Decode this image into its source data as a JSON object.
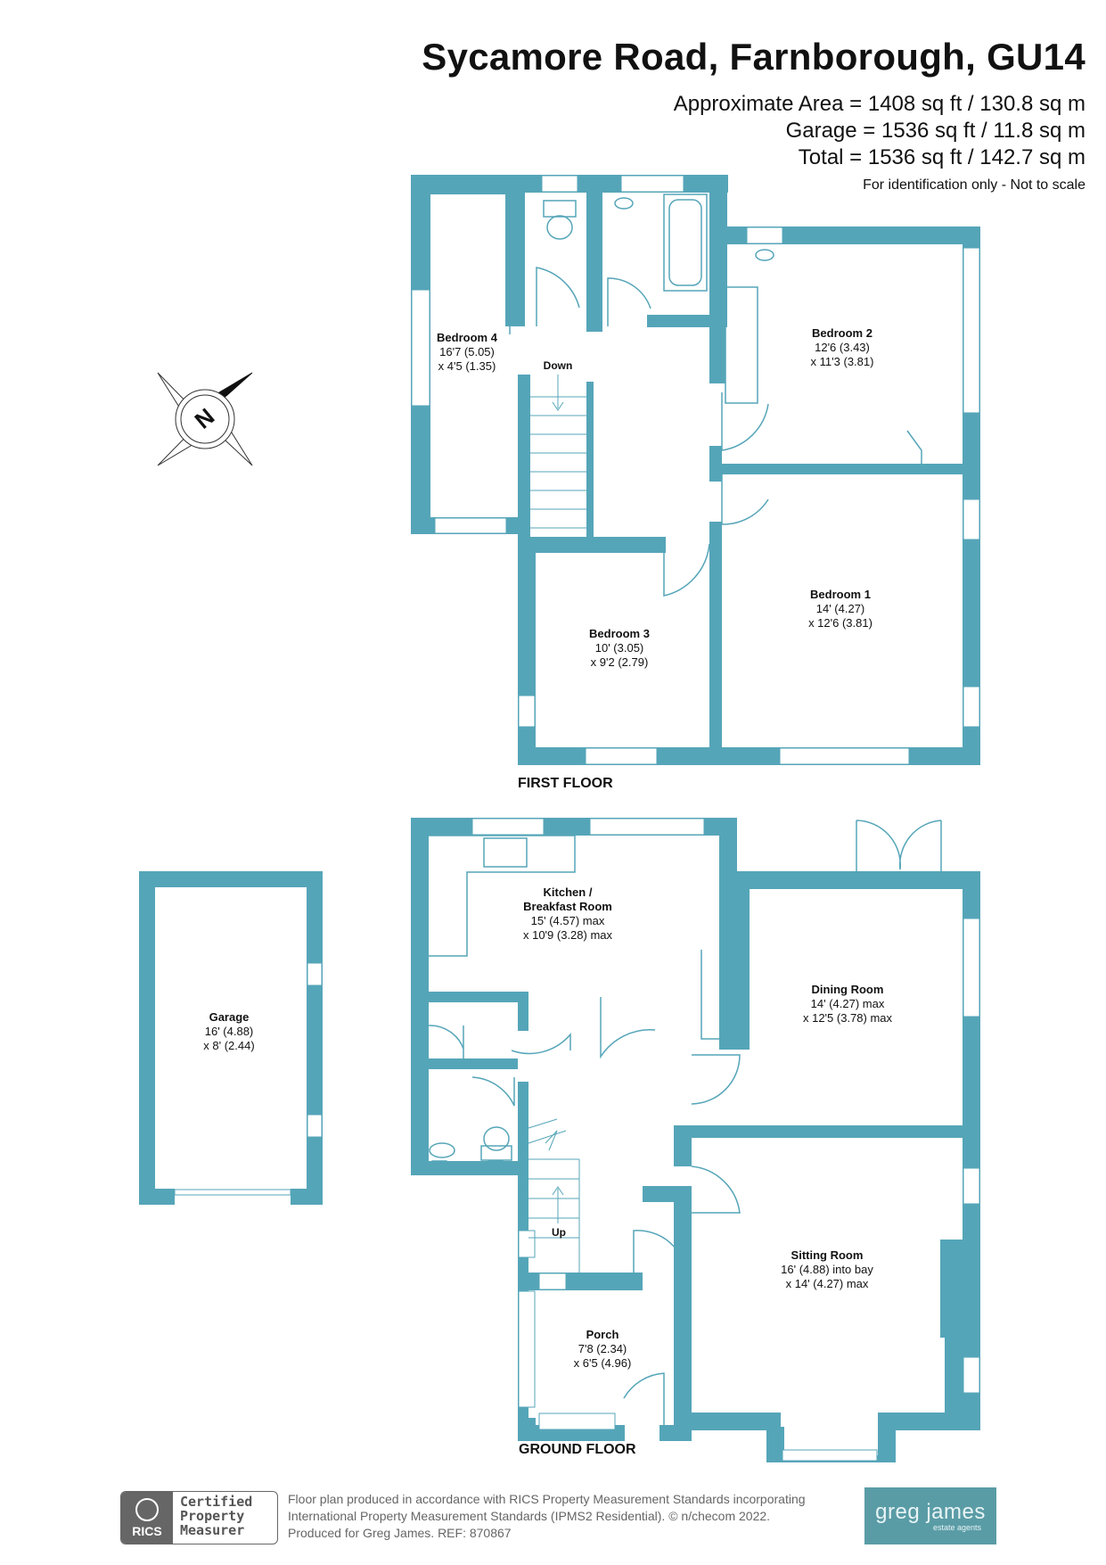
{
  "header": {
    "title": "Sycamore Road, Farnborough, GU14",
    "area_lines": [
      "Approximate Area = 1408 sq ft / 130.8 sq m",
      "Garage = 1536 sq ft / 11.8 sq m",
      "Total = 1536 sq ft / 142.7 sq m"
    ],
    "disclaimer": "For identification only - Not to scale"
  },
  "colors": {
    "wall": "#55a5b8",
    "text": "#111111",
    "brand_bg": "#5a9ca6"
  },
  "compass": {
    "label": "N",
    "icon": "north-arrow-compass-icon"
  },
  "first_floor": {
    "label": "FIRST FLOOR",
    "stairs_label": "Down",
    "rooms": [
      {
        "name": "Bedroom 4",
        "dim1": "16'7 (5.05)",
        "dim2": "x 4'5 (1.35)"
      },
      {
        "name": "Bedroom 2",
        "dim1": "12'6 (3.43)",
        "dim2": "x 11'3 (3.81)"
      },
      {
        "name": "Bedroom 3",
        "dim1": "10' (3.05)",
        "dim2": "x 9'2 (2.79)"
      },
      {
        "name": "Bedroom 1",
        "dim1": "14' (4.27)",
        "dim2": "x 12'6 (3.81)"
      }
    ]
  },
  "ground_floor": {
    "label": "GROUND FLOOR",
    "stairs_label": "Up",
    "rooms": [
      {
        "name": "Kitchen /",
        "name2": "Breakfast Room",
        "dim1": "15' (4.57) max",
        "dim2": "x 10'9 (3.28) max"
      },
      {
        "name": "Dining Room",
        "dim1": "14' (4.27) max",
        "dim2": "x 12'5 (3.78) max"
      },
      {
        "name": "Sitting Room",
        "dim1": "16' (4.88) into bay",
        "dim2": "x 14' (4.27) max"
      },
      {
        "name": "Porch",
        "dim1": "7'8 (2.34)",
        "dim2": "x 6'5 (4.96)"
      }
    ]
  },
  "garage": {
    "name": "Garage",
    "dim1": "16' (4.88)",
    "dim2": "x 8' (2.44)"
  },
  "footer": {
    "rics_logo_text": "RICS",
    "badge_lines": [
      "Certified",
      "Property",
      "Measurer"
    ],
    "text_lines": [
      "Floor plan produced in accordance with RICS Property Measurement Standards incorporating",
      "International Property Measurement Standards (IPMS2 Residential).   © n/checom 2022.",
      "Produced for Greg James.   REF:  870867"
    ],
    "brand_name": "greg james",
    "brand_sub": "estate agents"
  }
}
